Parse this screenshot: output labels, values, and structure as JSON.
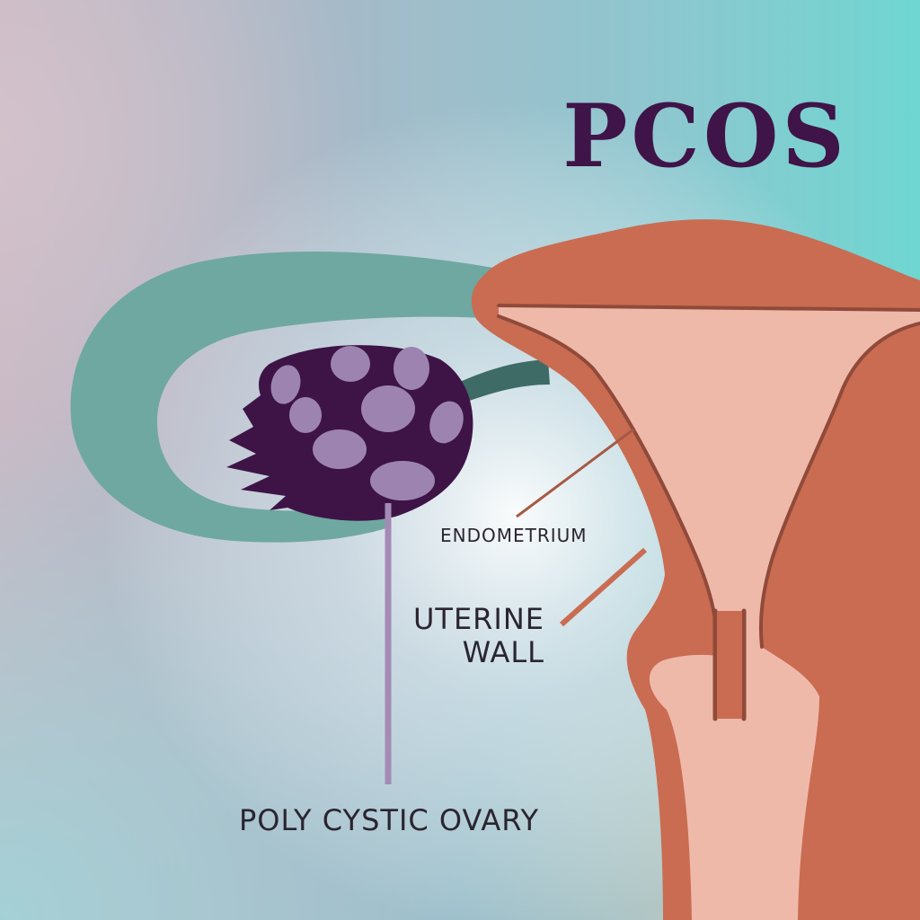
{
  "title": "PCOS",
  "labels": {
    "endometrium": "ENDOMETRIUM",
    "uterine_wall_line1": "UTERINE",
    "uterine_wall_line2": "WALL",
    "ovary": "POLY CYSTIC OVARY"
  },
  "colors": {
    "title": "#3f1448",
    "uterine_wall": "#c96c52",
    "endometrium": "#efb9aa",
    "fallopian_tube": "#6fa8a1",
    "ovary": "#3e1447",
    "cyst": "#9d84b0",
    "pointer_ovary": "#a48bb5",
    "pointer_endometrium": "#a65a45",
    "pointer_wall": "#c96c52",
    "text": "#2a2530"
  }
}
